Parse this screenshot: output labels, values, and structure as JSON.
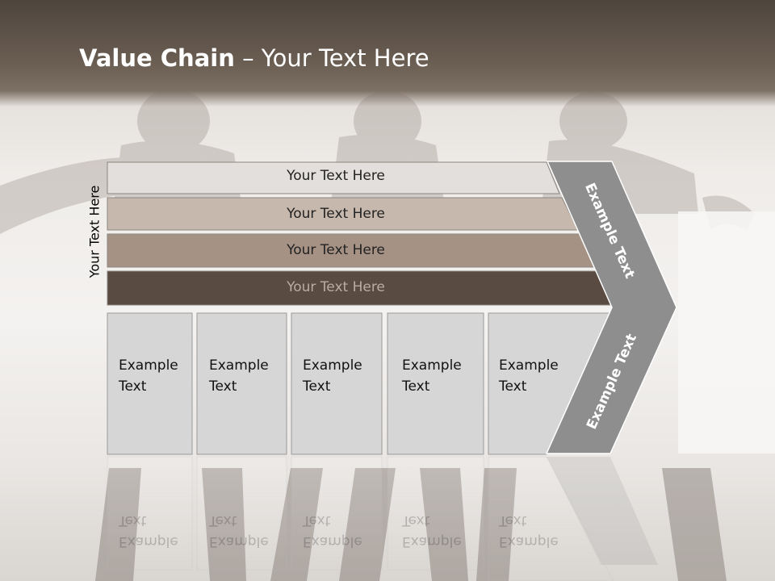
{
  "slide": {
    "title_bold": "Value Chain",
    "title_rest": " – Your Text Here",
    "side_label": "Your Text Here",
    "bars": [
      {
        "label": "Your Text Here",
        "fill": "#e2dfdc",
        "text_color": "#222222"
      },
      {
        "label": "Your Text Here",
        "fill": "#c6b8ad",
        "text_color": "#222222"
      },
      {
        "label": "Your Text Here",
        "fill": "#a69284",
        "text_color": "#222222"
      },
      {
        "label": "Your Text Here",
        "fill": "#5a4b42",
        "text_color": "#b9aca2"
      }
    ],
    "columns": [
      {
        "label": "Example\nText"
      },
      {
        "label": "Example\nText"
      },
      {
        "label": "Example\nText"
      },
      {
        "label": "Example\nText"
      },
      {
        "label": "Example\nText"
      }
    ],
    "arrow": {
      "upper_label": "Example Text",
      "lower_label": "Example Text",
      "fill": "#8e8e8e"
    },
    "colors": {
      "column_fill": "#d6d6d6",
      "title_band": "#6b5e53"
    }
  }
}
